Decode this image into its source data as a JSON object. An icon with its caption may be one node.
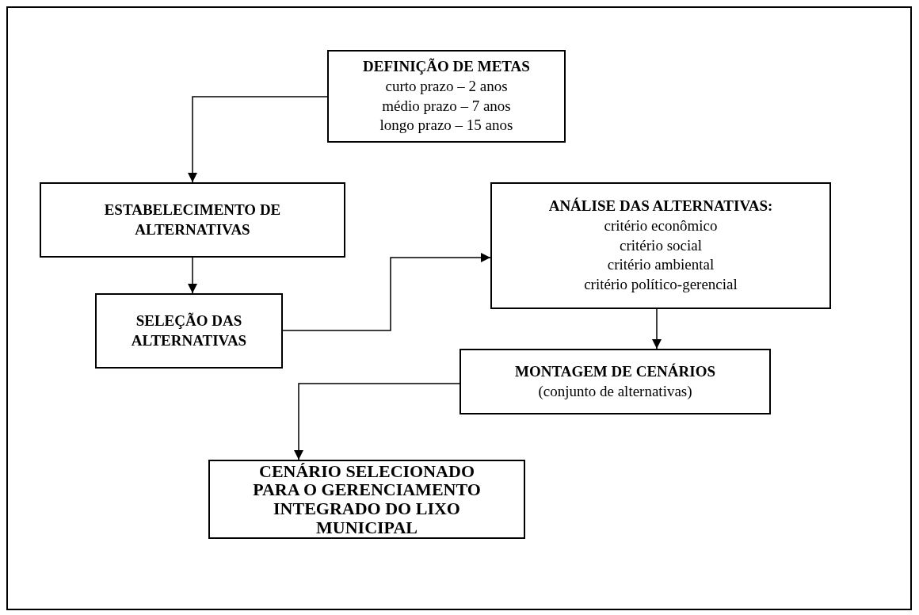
{
  "diagram": {
    "nodes": [
      {
        "text": [
          "DEFINIÇÃO DE METAS",
          "curto prazo – 2 anos",
          "médio prazo – 7 anos",
          "longo prazo – 15 anos"
        ]
      },
      {
        "text": [
          "ESTABELECIMENTO DE ALTERNATIVAS"
        ]
      },
      {
        "text": [
          "SELEÇÃO DAS ALTERNATIVAS"
        ]
      },
      {
        "text": [
          "ANÁLISE DAS ALTERNATIVAS:",
          "critério econômico",
          "critério social",
          "critério ambiental",
          "critério político-gerencial"
        ]
      },
      {
        "text": [
          "MONTAGEM DE CENÁRIOS",
          "(conjunto de alternativas)"
        ]
      },
      {
        "text": [
          "CENÁRIO SELECIONADO PARA O GERENCIAMENTO INTEGRADO DO LIXO MUNICIPAL"
        ]
      }
    ],
    "edges": [
      {
        "from": 0,
        "to": 1,
        "arrow": "to"
      },
      {
        "from": 1,
        "to": 2,
        "arrow": "to"
      },
      {
        "from": 2,
        "to": 3,
        "arrow": "to"
      },
      {
        "from": 3,
        "to": 4,
        "arrow": "to"
      },
      {
        "from": 4,
        "to": 5,
        "arrow": "to"
      }
    ]
  }
}
